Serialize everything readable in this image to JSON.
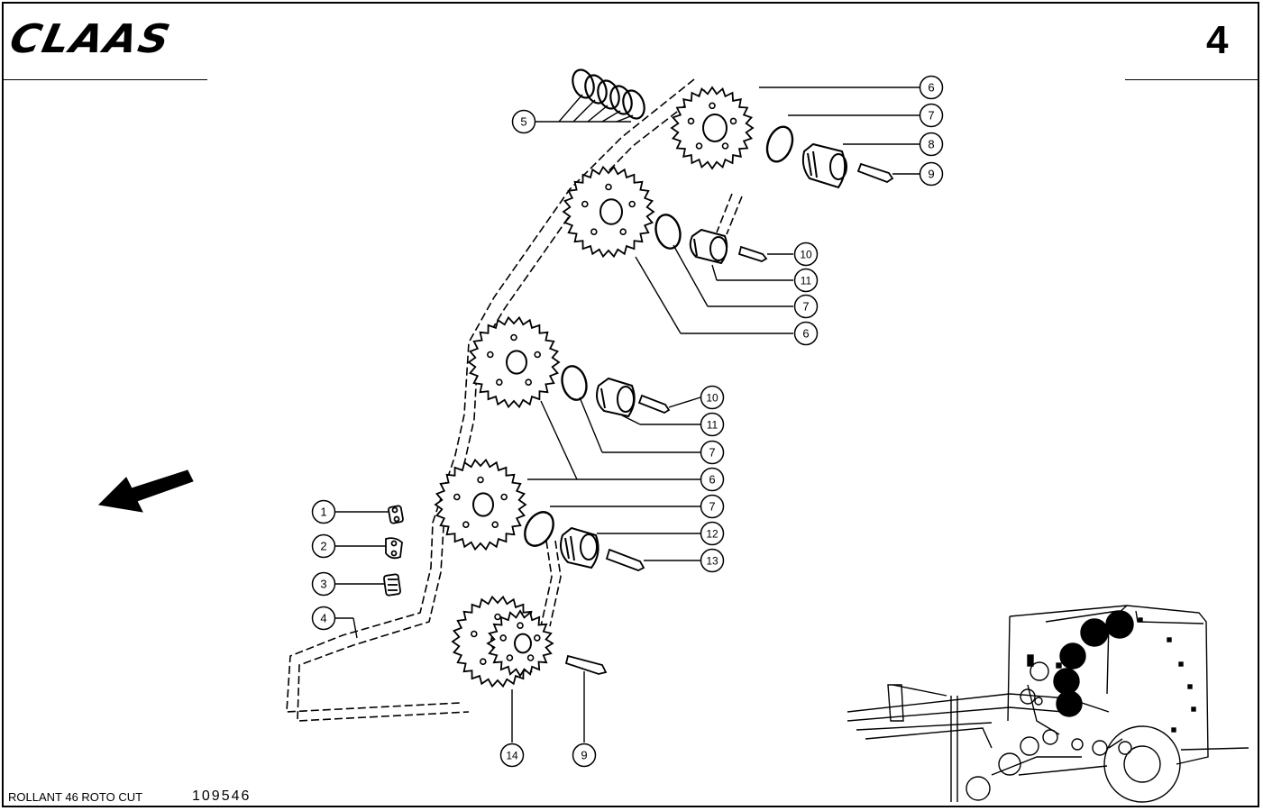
{
  "header": {
    "brand": "CLAAS",
    "page_number": "4"
  },
  "footer": {
    "model": "ROLLANT 46 ROTO CUT",
    "drawing_number": "109546"
  },
  "callouts": [
    {
      "id": "c5",
      "label": "5"
    },
    {
      "id": "c6a",
      "label": "6"
    },
    {
      "id": "c7a",
      "label": "7"
    },
    {
      "id": "c8",
      "label": "8"
    },
    {
      "id": "c9a",
      "label": "9"
    },
    {
      "id": "c10a",
      "label": "10"
    },
    {
      "id": "c11a",
      "label": "11"
    },
    {
      "id": "c7b",
      "label": "7"
    },
    {
      "id": "c6b",
      "label": "6"
    },
    {
      "id": "c10b",
      "label": "10"
    },
    {
      "id": "c11b",
      "label": "11"
    },
    {
      "id": "c7c",
      "label": "7"
    },
    {
      "id": "c6c",
      "label": "6"
    },
    {
      "id": "c7d",
      "label": "7"
    },
    {
      "id": "c12",
      "label": "12"
    },
    {
      "id": "c13",
      "label": "13"
    },
    {
      "id": "c1",
      "label": "1"
    },
    {
      "id": "c2",
      "label": "2"
    },
    {
      "id": "c3",
      "label": "3"
    },
    {
      "id": "c4",
      "label": "4"
    },
    {
      "id": "c14",
      "label": "14"
    },
    {
      "id": "c9b",
      "label": "9"
    }
  ],
  "icons": {
    "direction": "direction-arrow-icon",
    "machine": "baler-machine-illustration"
  },
  "colors": {
    "ink": "#000000",
    "paper": "#ffffff"
  }
}
